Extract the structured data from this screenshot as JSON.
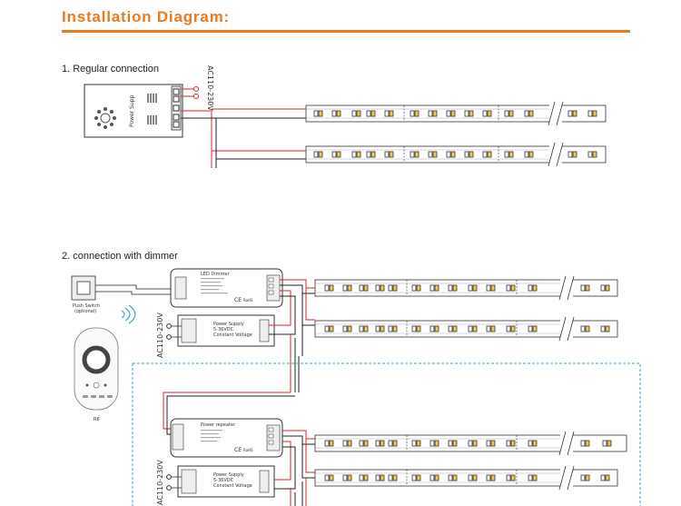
{
  "title": "Installation Diagram:",
  "sections": [
    {
      "label": "1. Regular connection"
    },
    {
      "label": "2. connection with dimmer"
    }
  ],
  "labels": {
    "ac": "AC110-230V",
    "power_supp": "Power Supp",
    "push_switch": "Push Switch",
    "optional": "(optional)",
    "remote": "R6",
    "ps_name": "Power Supply",
    "ps_voltage": "5-36VDC",
    "ps_const": "Constant Voltage",
    "dimmer_name": "LED Dimmer",
    "repeater_name": "Power repeater",
    "ce": "CE",
    "rohs": "RoHS"
  },
  "colors": {
    "accent": "#ea7a1e",
    "wire_red": "#d9262b",
    "wire_black": "#222222",
    "frame_blue": "#3d9fd1"
  }
}
